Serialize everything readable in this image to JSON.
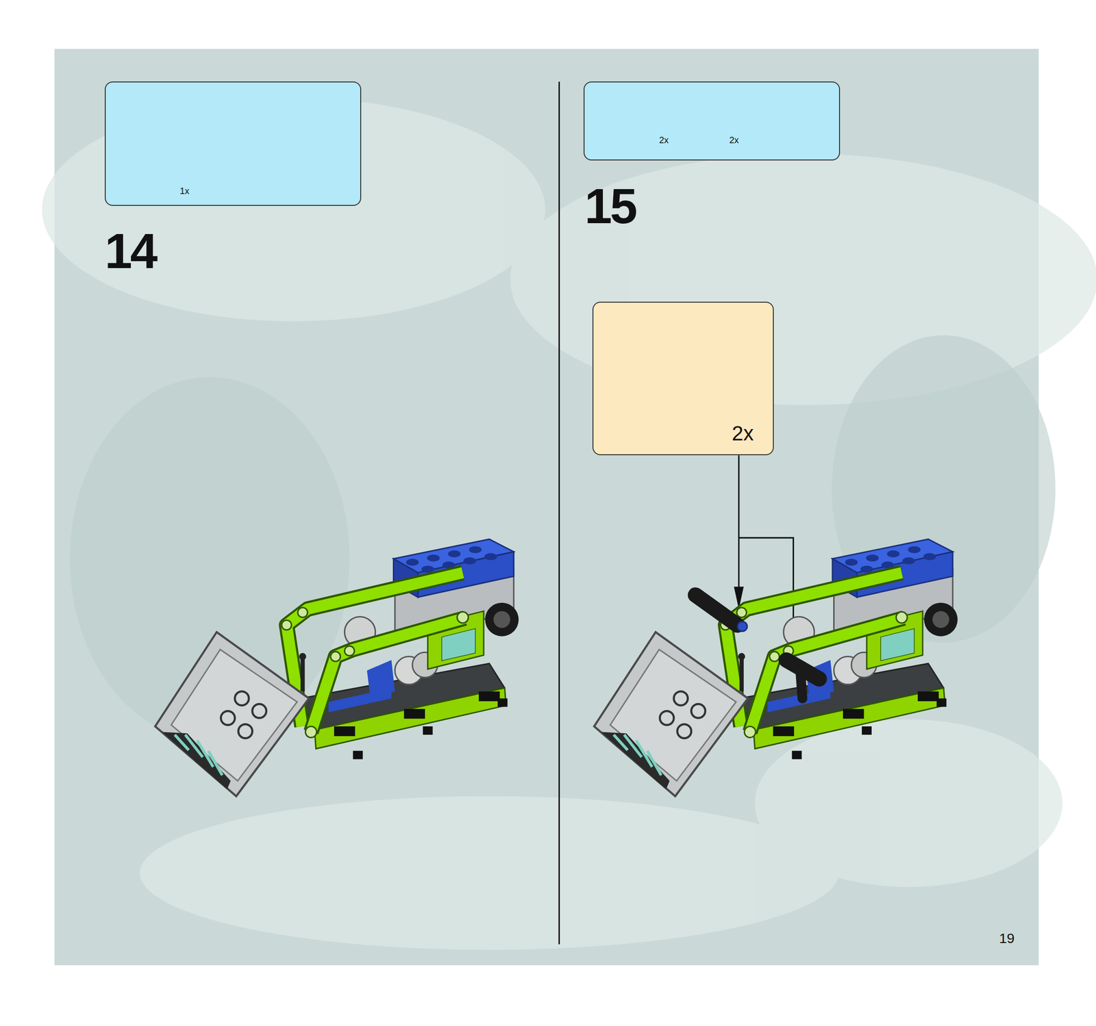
{
  "diagram": {
    "nodes": [
      {
        "text": [
          "1x"
        ]
      },
      {
        "text": [
          "2x",
          "2x"
        ]
      },
      {
        "text": [
          "2x"
        ]
      }
    ],
    "labels": [
      "14",
      "15",
      "19"
    ]
  }
}
